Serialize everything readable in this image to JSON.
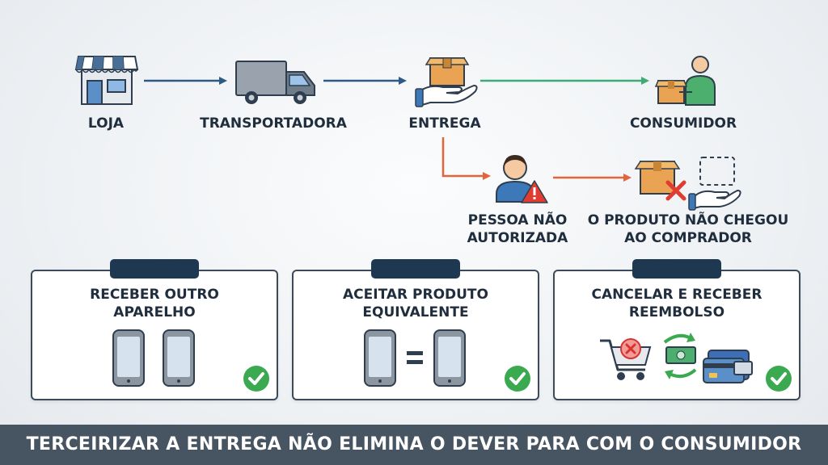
{
  "nodes": {
    "loja": "LOJA",
    "transportadora": "TRANSPORTADORA",
    "entrega": "ENTREGA",
    "consumidor": "CONSUMIDOR",
    "pessoa_line1": "PESSOA NÃO",
    "pessoa_line2": "AUTORIZADA",
    "produto_line1": "O PRODUTO NÃO CHEGOU",
    "produto_line2": "AO COMPRADOR"
  },
  "cards": [
    {
      "line1": "RECEBER OUTRO",
      "line2": "APARELHO",
      "icons": [
        "smartphone-icon",
        "smartphone-icon"
      ]
    },
    {
      "line1": "ACEITAR PRODUTO",
      "line2": "EQUIVALENTE",
      "icons": [
        "smartphone-icon",
        "equals-icon",
        "smartphone-icon"
      ]
    },
    {
      "line1": "CANCELAR E RECEBER",
      "line2": "REEMBOLSO",
      "icons": [
        "shopping-cart-cancel-icon",
        "money-exchange-icon",
        "credit-card-wallet-icon"
      ]
    }
  ],
  "footer": "TERCEIRIZAR A ENTREGA NÃO ELIMINA O DEVER PARA COM O CONSUMIDOR",
  "colors": {
    "arrow_main": "#2e5b86",
    "arrow_success": "#3daa78",
    "arrow_problem": "#e2643a",
    "check": "#3aa94f",
    "footer_bg": "#475562"
  }
}
